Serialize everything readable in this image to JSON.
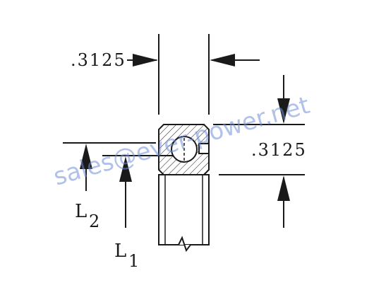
{
  "dimensions": {
    "width_label": ".3125",
    "height_label": ".3125"
  },
  "labels": {
    "l2_main": "L",
    "l2_sub": "2",
    "l1_main": "L",
    "l1_sub": "1"
  },
  "watermark": "sales@ever-power.net"
}
